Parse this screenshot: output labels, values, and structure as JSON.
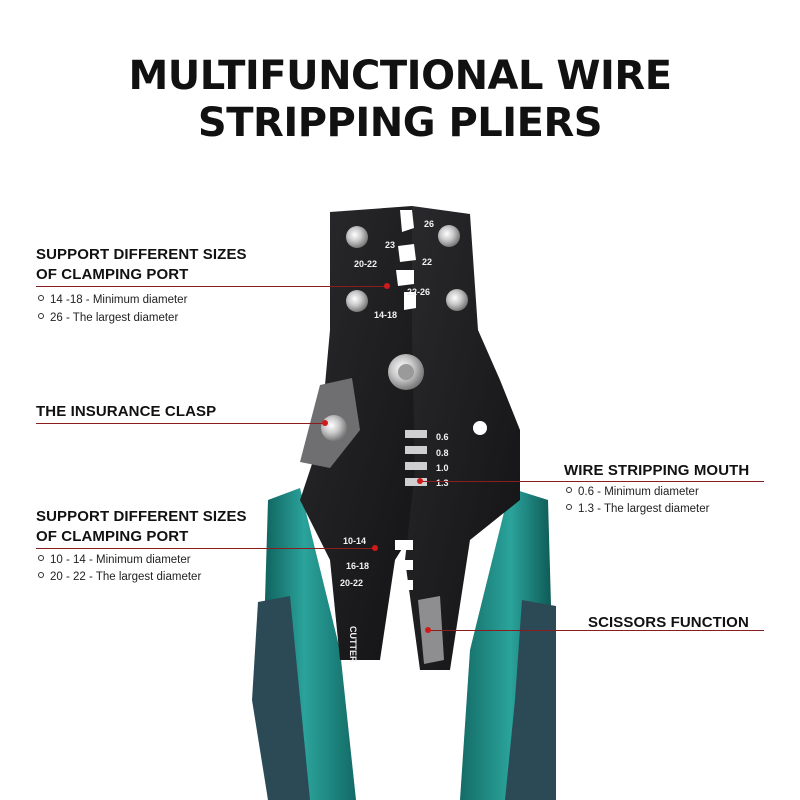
{
  "title": {
    "line1": "MULTIFUNCTIONAL WIRE",
    "line2": "STRIPPING PLIERS"
  },
  "callouts": {
    "clamping_top": {
      "heading_line1": "SUPPORT DIFFERENT SIZES",
      "heading_line2": "OF CLAMPING PORT",
      "bullets": [
        "14 -18 - Minimum diameter",
        "26 - The largest diameter"
      ]
    },
    "insurance_clasp": {
      "heading": "THE INSURANCE CLASP"
    },
    "stripping_mouth": {
      "heading": "WIRE STRIPPING MOUTH",
      "bullets": [
        "0.6 - Minimum diameter",
        "1.3 - The largest diameter"
      ]
    },
    "clamping_bottom": {
      "heading_line1": "SUPPORT DIFFERENT SIZES",
      "heading_line2": "OF CLAMPING PORT",
      "bullets": [
        "10 - 14 - Minimum diameter",
        "20 - 22 - The largest diameter"
      ]
    },
    "scissors": {
      "heading": "SCISSORS FUNCTION"
    }
  },
  "plier_labels": {
    "top_26": "26",
    "top_23": "23",
    "top_20_22": "20-22",
    "top_22": "22",
    "top_22_26": "22-26",
    "top_14_18": "14-18",
    "strip_06": "0.6",
    "strip_08": "0.8",
    "strip_10": "1.0",
    "strip_13": "1.3",
    "crimp_10_14": "10-14",
    "crimp_16_18": "16-18",
    "crimp_20_22": "20-22",
    "cutter": "CUTTER"
  },
  "colors": {
    "handle_teal": "#1f8a84",
    "handle_grip": "#2b4a55",
    "steel_black": "#1b1b1d",
    "callout_red": "#c01a1a"
  }
}
